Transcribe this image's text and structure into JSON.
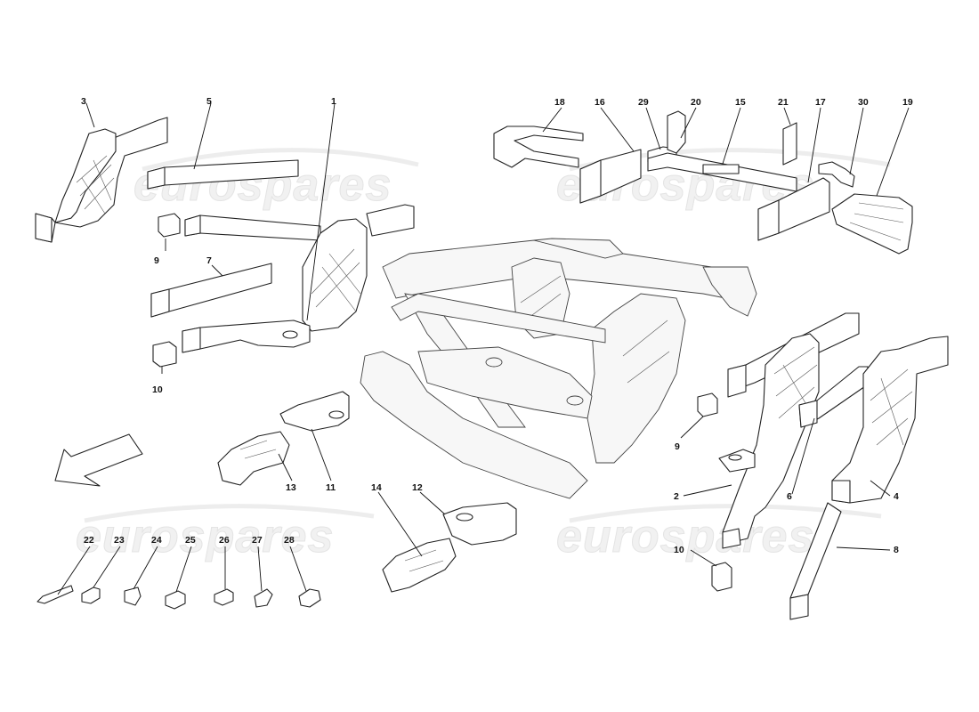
{
  "watermark": {
    "text": "eurospares"
  },
  "callouts": [
    {
      "id": "c1",
      "label": "1"
    },
    {
      "id": "c2",
      "label": "2"
    },
    {
      "id": "c3",
      "label": "3"
    },
    {
      "id": "c4",
      "label": "4"
    },
    {
      "id": "c5",
      "label": "5"
    },
    {
      "id": "c6",
      "label": "6"
    },
    {
      "id": "c7",
      "label": "7"
    },
    {
      "id": "c8",
      "label": "8"
    },
    {
      "id": "c9a",
      "label": "9"
    },
    {
      "id": "c9b",
      "label": "9"
    },
    {
      "id": "c10a",
      "label": "10"
    },
    {
      "id": "c10b",
      "label": "10"
    },
    {
      "id": "c11",
      "label": "11"
    },
    {
      "id": "c12",
      "label": "12"
    },
    {
      "id": "c13",
      "label": "13"
    },
    {
      "id": "c14",
      "label": "14"
    },
    {
      "id": "c15",
      "label": "15"
    },
    {
      "id": "c16",
      "label": "16"
    },
    {
      "id": "c17",
      "label": "17"
    },
    {
      "id": "c18",
      "label": "18"
    },
    {
      "id": "c19",
      "label": "19"
    },
    {
      "id": "c20",
      "label": "20"
    },
    {
      "id": "c21",
      "label": "21"
    },
    {
      "id": "c22",
      "label": "22"
    },
    {
      "id": "c23",
      "label": "23"
    },
    {
      "id": "c24",
      "label": "24"
    },
    {
      "id": "c25",
      "label": "25"
    },
    {
      "id": "c26",
      "label": "26"
    },
    {
      "id": "c27",
      "label": "27"
    },
    {
      "id": "c28",
      "label": "28"
    },
    {
      "id": "c29",
      "label": "29"
    },
    {
      "id": "c30",
      "label": "30"
    }
  ],
  "direction_arrow": {
    "icon": "direction-arrow-icon"
  }
}
